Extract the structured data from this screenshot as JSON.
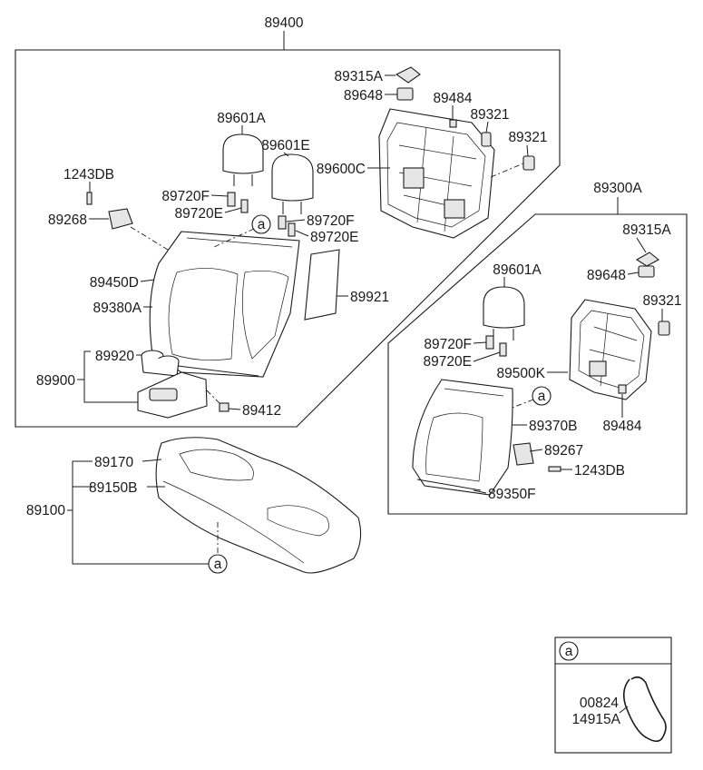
{
  "assembly_labels": {
    "rear_back_lh": "89400",
    "rear_back_rh": "89300A",
    "cushion": "89100"
  },
  "labels": {
    "p89315A_l": "89315A",
    "p89648_l": "89648",
    "p89484_l": "89484",
    "p89321_l1": "89321",
    "p89321_l2": "89321",
    "p89601A_l": "89601A",
    "p89601E_l": "89601E",
    "p89600C": "89600C",
    "p1243DB_l": "1243DB",
    "p89720F_l1": "89720F",
    "p89720E_l1": "89720E",
    "p89268": "89268",
    "p89720F_l2": "89720F",
    "p89720E_l2": "89720E",
    "p89450D": "89450D",
    "p89921": "89921",
    "p89380A": "89380A",
    "p89920": "89920",
    "p89900": "89900",
    "p89412": "89412",
    "p89315A_r": "89315A",
    "p89648_r": "89648",
    "p89601A_r": "89601A",
    "p89321_r": "89321",
    "p89720F_r": "89720F",
    "p89720E_r": "89720E",
    "p89500K": "89500K",
    "p89484_r": "89484",
    "p89370B": "89370B",
    "p89267": "89267",
    "p1243DB_r": "1243DB",
    "p89350F": "89350F",
    "p89170": "89170",
    "p89150B": "89150B"
  },
  "callout": {
    "letter": "a",
    "detail_title_letter": "a",
    "detail_parts": [
      "00824",
      "14915A"
    ]
  }
}
